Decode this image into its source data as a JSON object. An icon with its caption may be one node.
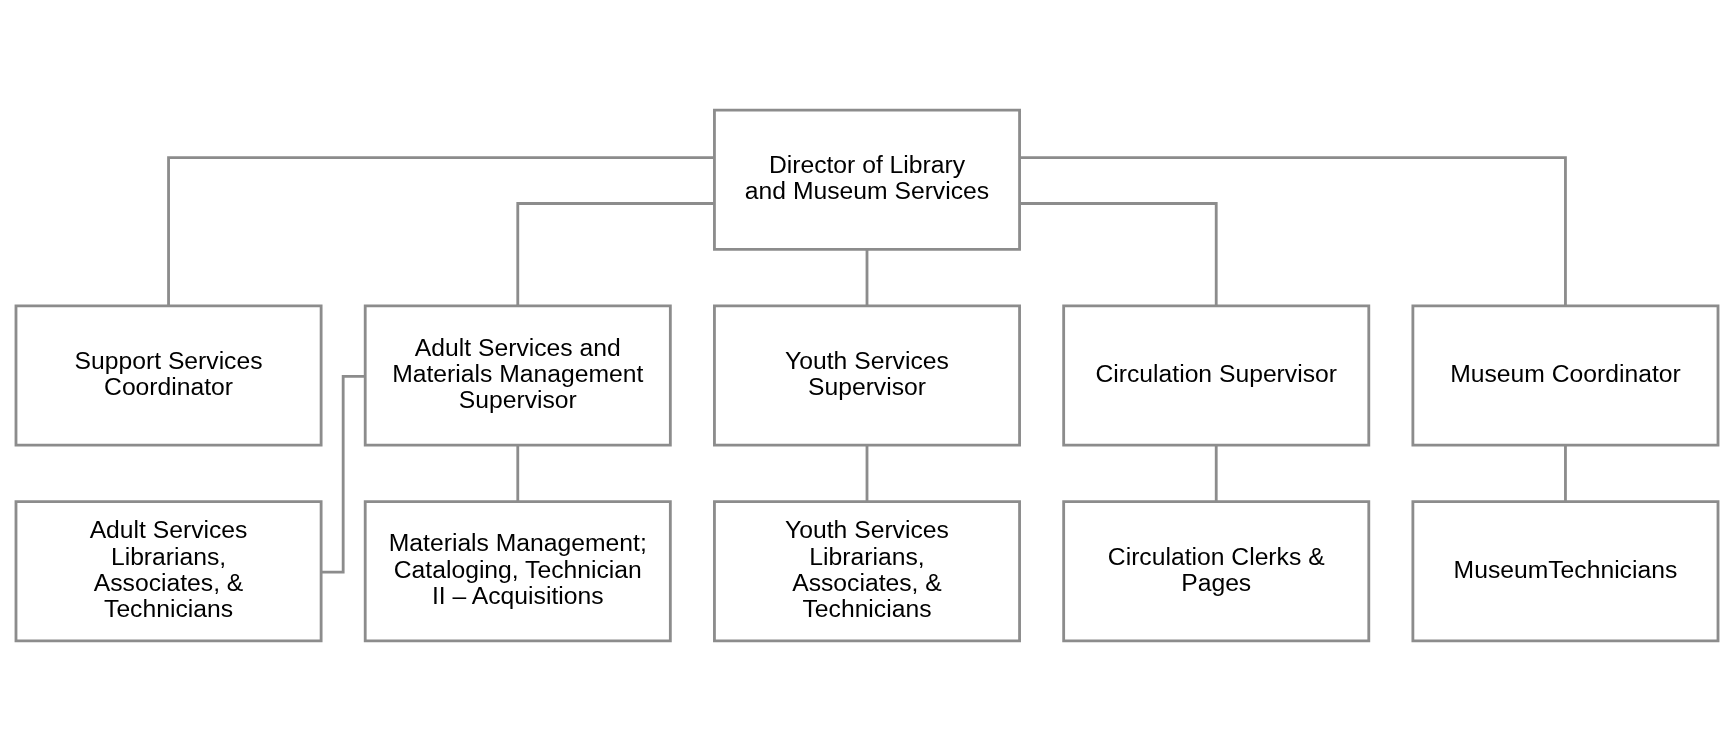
{
  "diagram": {
    "nodes": [
      {
        "text": [
          "Director of Library and Museum Services"
        ]
      },
      {
        "text": [
          "Support Services Coordinator"
        ]
      },
      {
        "text": [
          "Adult Services and Materials Management Supervisor"
        ]
      },
      {
        "text": [
          "Youth Services Supervisor"
        ]
      },
      {
        "text": [
          "Circulation Supervisor"
        ]
      },
      {
        "text": [
          "Museum Coordinator"
        ]
      },
      {
        "text": [
          "Adult Services Librarians, Associates, & Technicians"
        ]
      },
      {
        "text": [
          "Materials Management; Cataloging, Technician II – Acquisitions"
        ]
      },
      {
        "text": [
          "Youth Services Librarians, Associates, & Technicians"
        ]
      },
      {
        "text": [
          "Circulation Clerks & Pages"
        ]
      },
      {
        "text": [
          "MuseumTechnicians"
        ]
      }
    ],
    "edges": [
      {
        "from": 0,
        "to": 1,
        "arrow": "none"
      },
      {
        "from": 0,
        "to": 2,
        "arrow": "none"
      },
      {
        "from": 0,
        "to": 3,
        "arrow": "none"
      },
      {
        "from": 0,
        "to": 4,
        "arrow": "none"
      },
      {
        "from": 0,
        "to": 5,
        "arrow": "none"
      },
      {
        "from": 2,
        "to": 6,
        "arrow": "none"
      },
      {
        "from": 2,
        "to": 7,
        "arrow": "none"
      },
      {
        "from": 3,
        "to": 8,
        "arrow": "none"
      },
      {
        "from": 4,
        "to": 9,
        "arrow": "none"
      },
      {
        "from": 5,
        "to": 10,
        "arrow": "none"
      }
    ]
  }
}
